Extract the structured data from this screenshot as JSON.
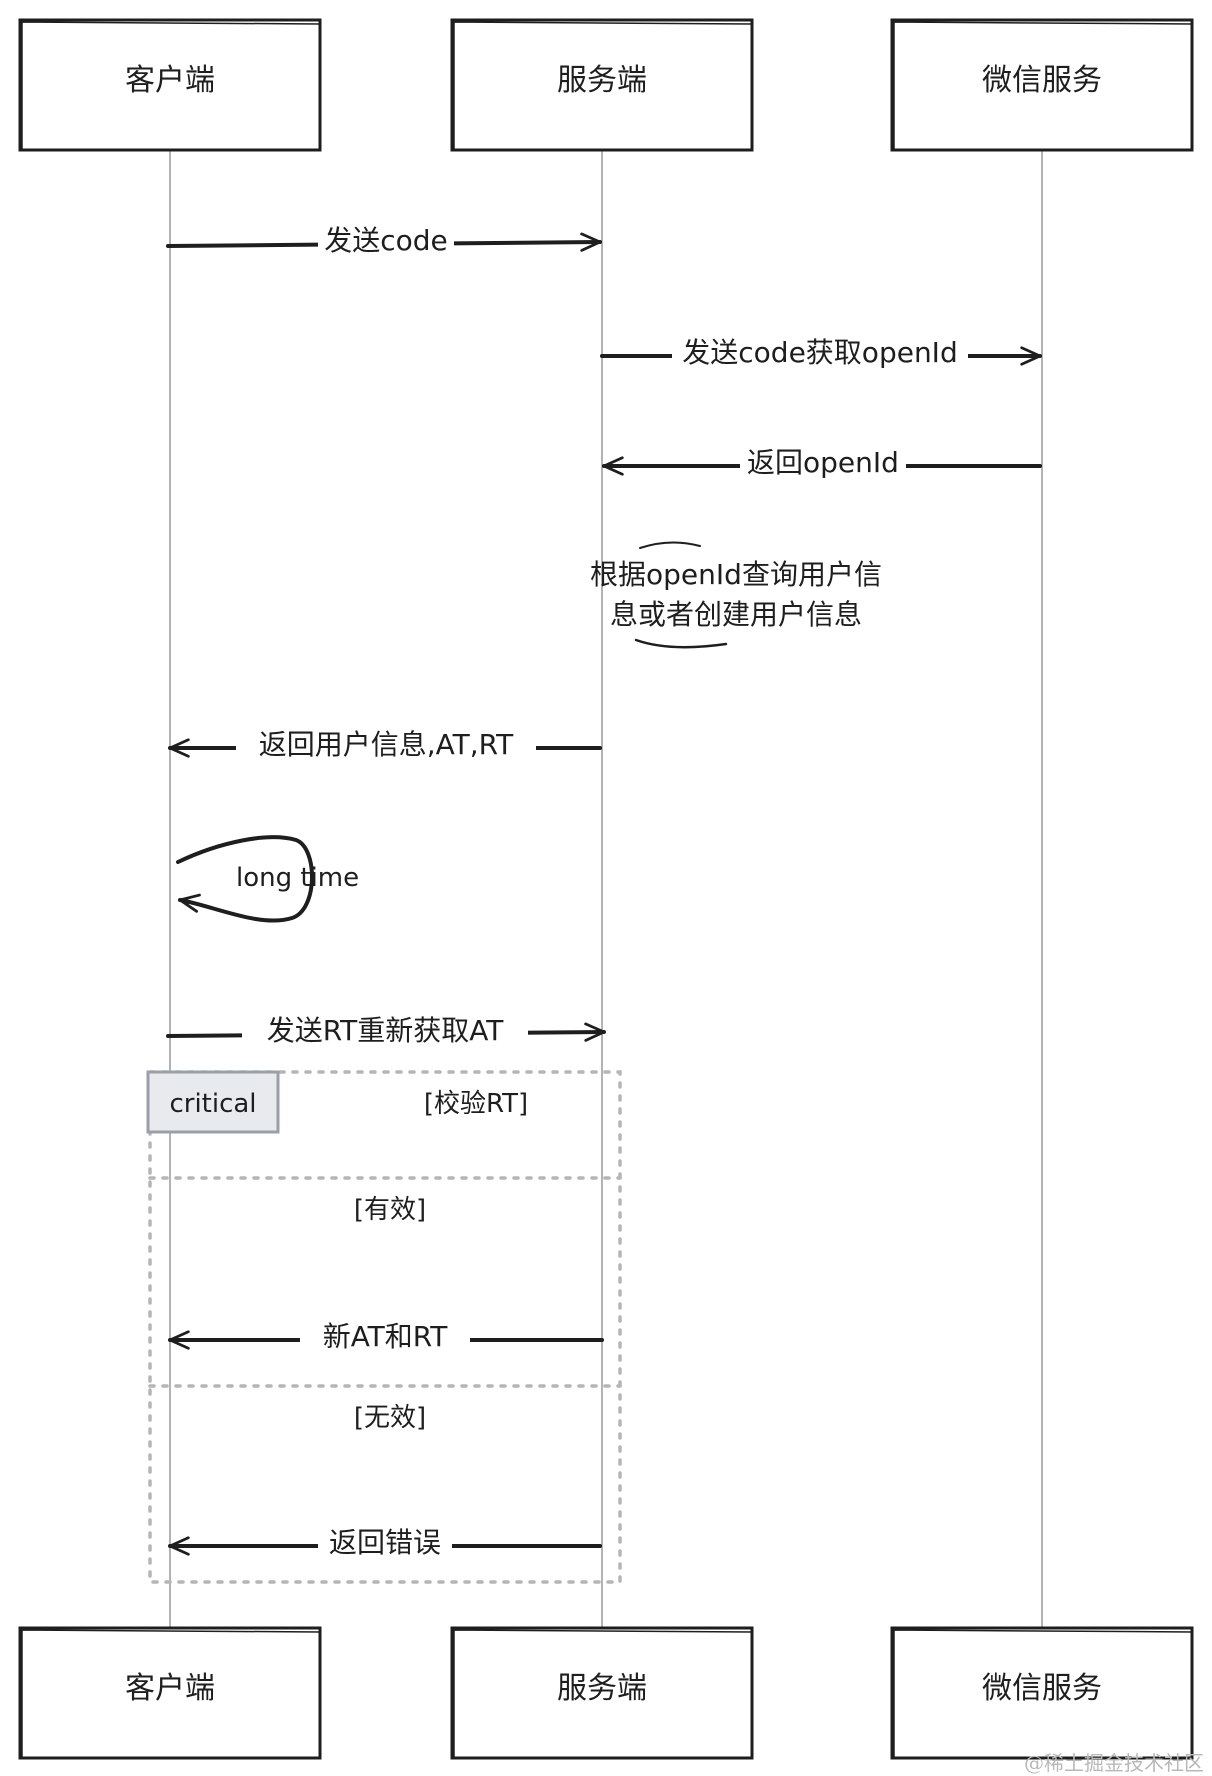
{
  "actors": [
    {
      "id": "client",
      "label": "客户端"
    },
    {
      "id": "server",
      "label": "服务端"
    },
    {
      "id": "wechat",
      "label": "微信服务"
    }
  ],
  "messages": [
    {
      "from": "client",
      "to": "server",
      "label": "发送code"
    },
    {
      "from": "server",
      "to": "wechat",
      "label": "发送code获取openId"
    },
    {
      "from": "wechat",
      "to": "server",
      "label": "返回openId"
    },
    {
      "from": "server",
      "to": "client",
      "label": "返回用户信息,AT,RT"
    },
    {
      "from": "client",
      "to": "server",
      "label": "发送RT重新获取AT"
    },
    {
      "from": "server",
      "to": "client",
      "label": "新AT和RT"
    },
    {
      "from": "server",
      "to": "client",
      "label": "返回错误"
    }
  ],
  "note": {
    "lines": [
      "根据openId查询用户信",
      "息或者创建用户信息"
    ]
  },
  "self_loop": {
    "label": "long time"
  },
  "critical": {
    "tag": "critical",
    "condition": "[校验RT]",
    "branches": [
      "[有效]",
      "[无效]"
    ]
  },
  "watermark": "@稀土掘金技术社区"
}
